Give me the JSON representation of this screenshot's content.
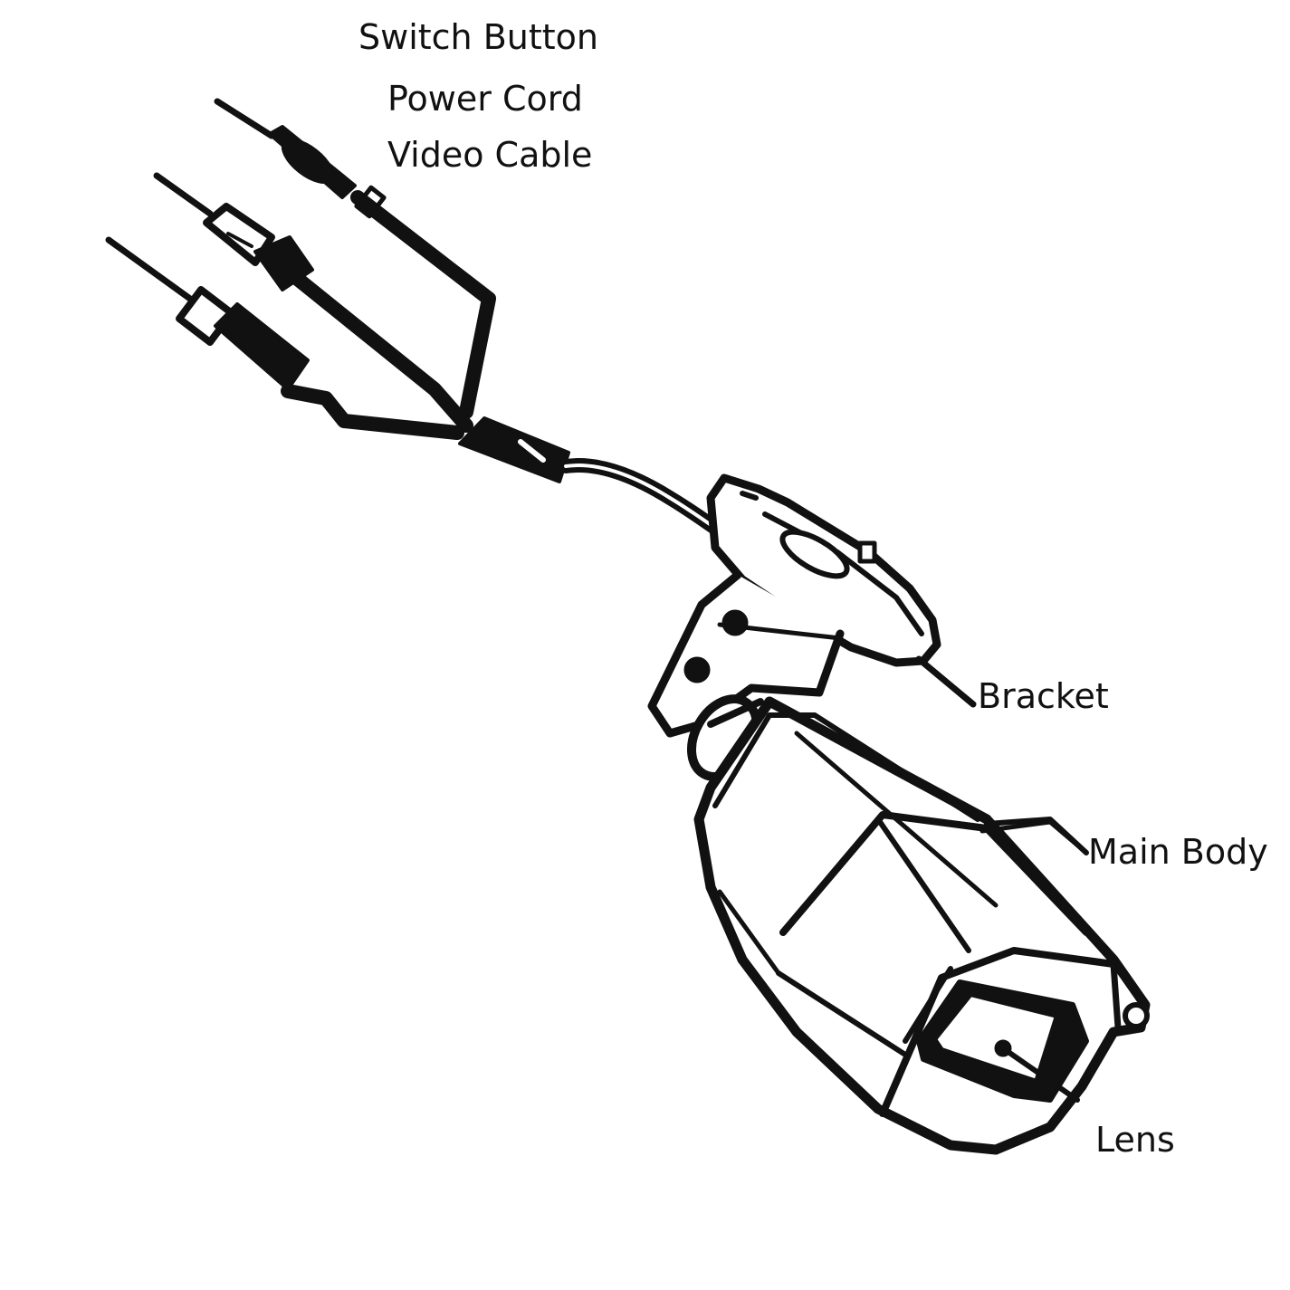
{
  "labels": {
    "switch_button": "Switch Button",
    "power_cord": "Power Cord",
    "video_cable": "Video Cable",
    "bracket": "Bracket",
    "main_body": "Main Body",
    "lens": "Lens"
  },
  "colors": {
    "ink": "#111111",
    "background": "#ffffff"
  }
}
